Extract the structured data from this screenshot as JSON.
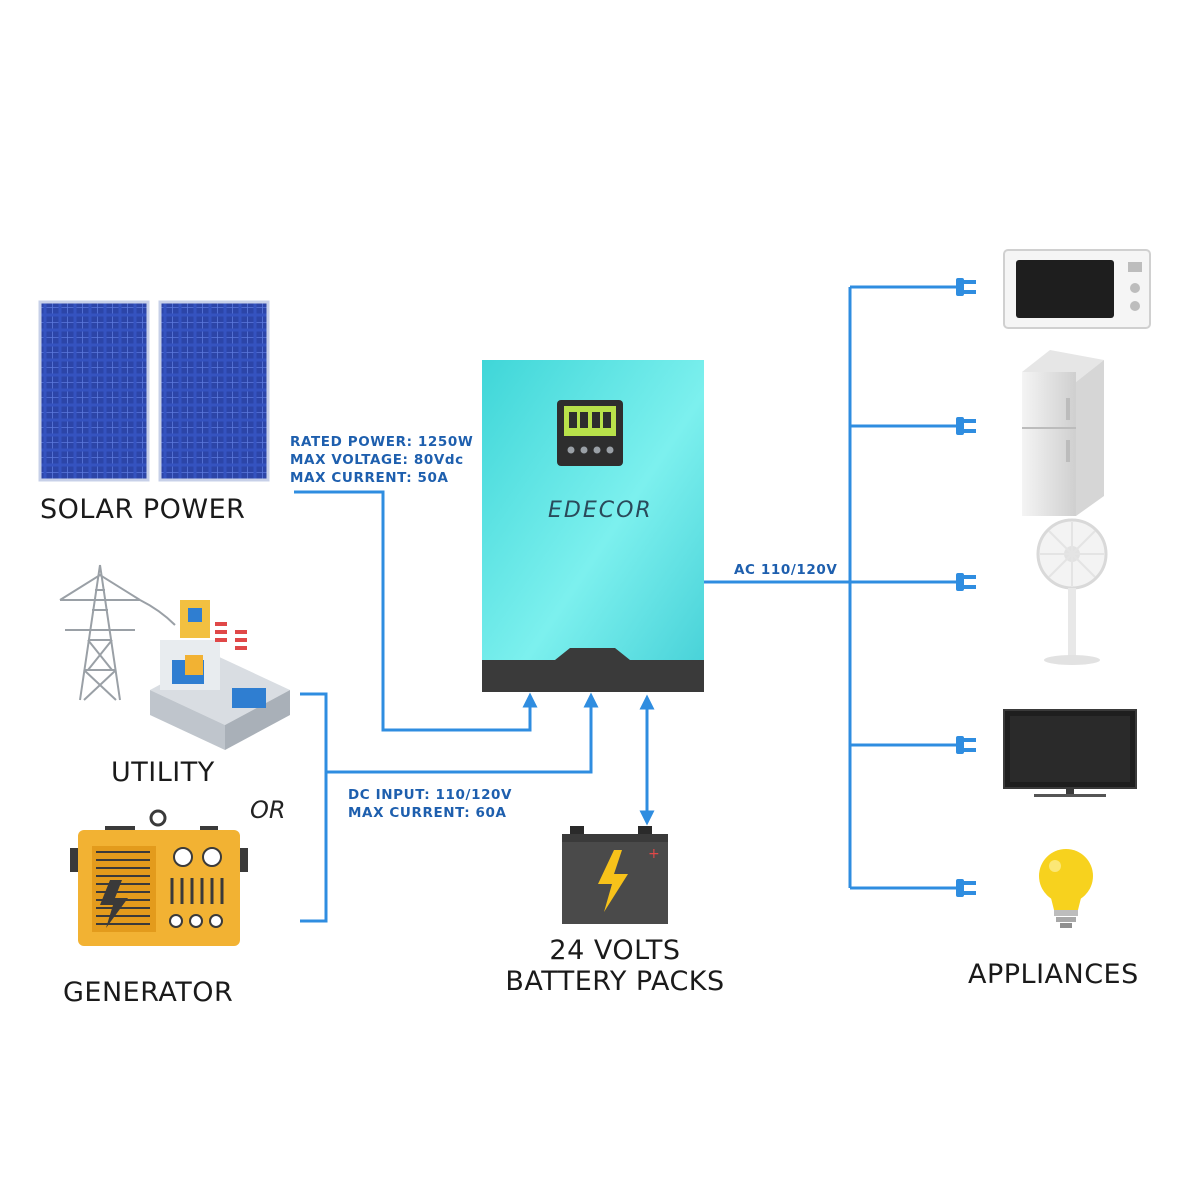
{
  "sources": {
    "solar_label": "SOLAR POWER",
    "utility_label": "UTILITY",
    "generator_label": "GENERATOR",
    "or_label": "OR"
  },
  "solar_specs": [
    "RATED POWER: 1250W",
    "MAX VOLTAGE: 80Vdc",
    "MAX CURRENT: 50A"
  ],
  "dc_specs": [
    "DC INPUT: 110/120V",
    "MAX CURRENT: 60A"
  ],
  "inverter": {
    "brand": "EDECOR"
  },
  "battery": {
    "line1": "24 VOLTS",
    "line2": "BATTERY PACKS"
  },
  "ac_output": {
    "label": "AC  110/120V"
  },
  "appliances": {
    "label": "APPLIANCES",
    "items": [
      "microwave-icon",
      "refrigerator-icon",
      "fan-icon",
      "tv-icon",
      "light-bulb-icon"
    ]
  },
  "colors": {
    "wire": "#2f8de0",
    "inverter_body": "#5fe0e0",
    "inverter_base": "#3a3a3a",
    "solar_panel": "#2e4fb8",
    "generator": "#f2b233",
    "battery_body": "#4a4a4a",
    "bolt": "#f7c21a"
  }
}
